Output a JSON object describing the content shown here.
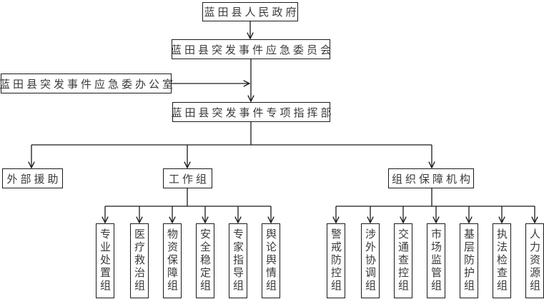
{
  "title": "蓝田县突发事件应急组织体系",
  "nodes": {
    "gov": "蓝田县人民政府",
    "committee": "蓝田县突发事件应急委员会",
    "office": "蓝田县突发事件应急委办公室",
    "hq": "蓝田县突发事件专项指挥部",
    "external": "外部援助",
    "workgroup": "工作组",
    "support": "组织保障机构"
  },
  "workgroups": [
    "专业处置组",
    "医疗救治组",
    "物资保障组",
    "安全稳定组",
    "专家指导组",
    "舆论舆情组"
  ],
  "support_groups": [
    "警戒防控组",
    "涉外协调组",
    "交通查控组",
    "市场监管组",
    "基层防护组",
    "执法检查组",
    "人力资源组"
  ],
  "colors": {
    "line": "#1a1a1a",
    "text": "#3a3a3a",
    "background": "#ffffff"
  }
}
